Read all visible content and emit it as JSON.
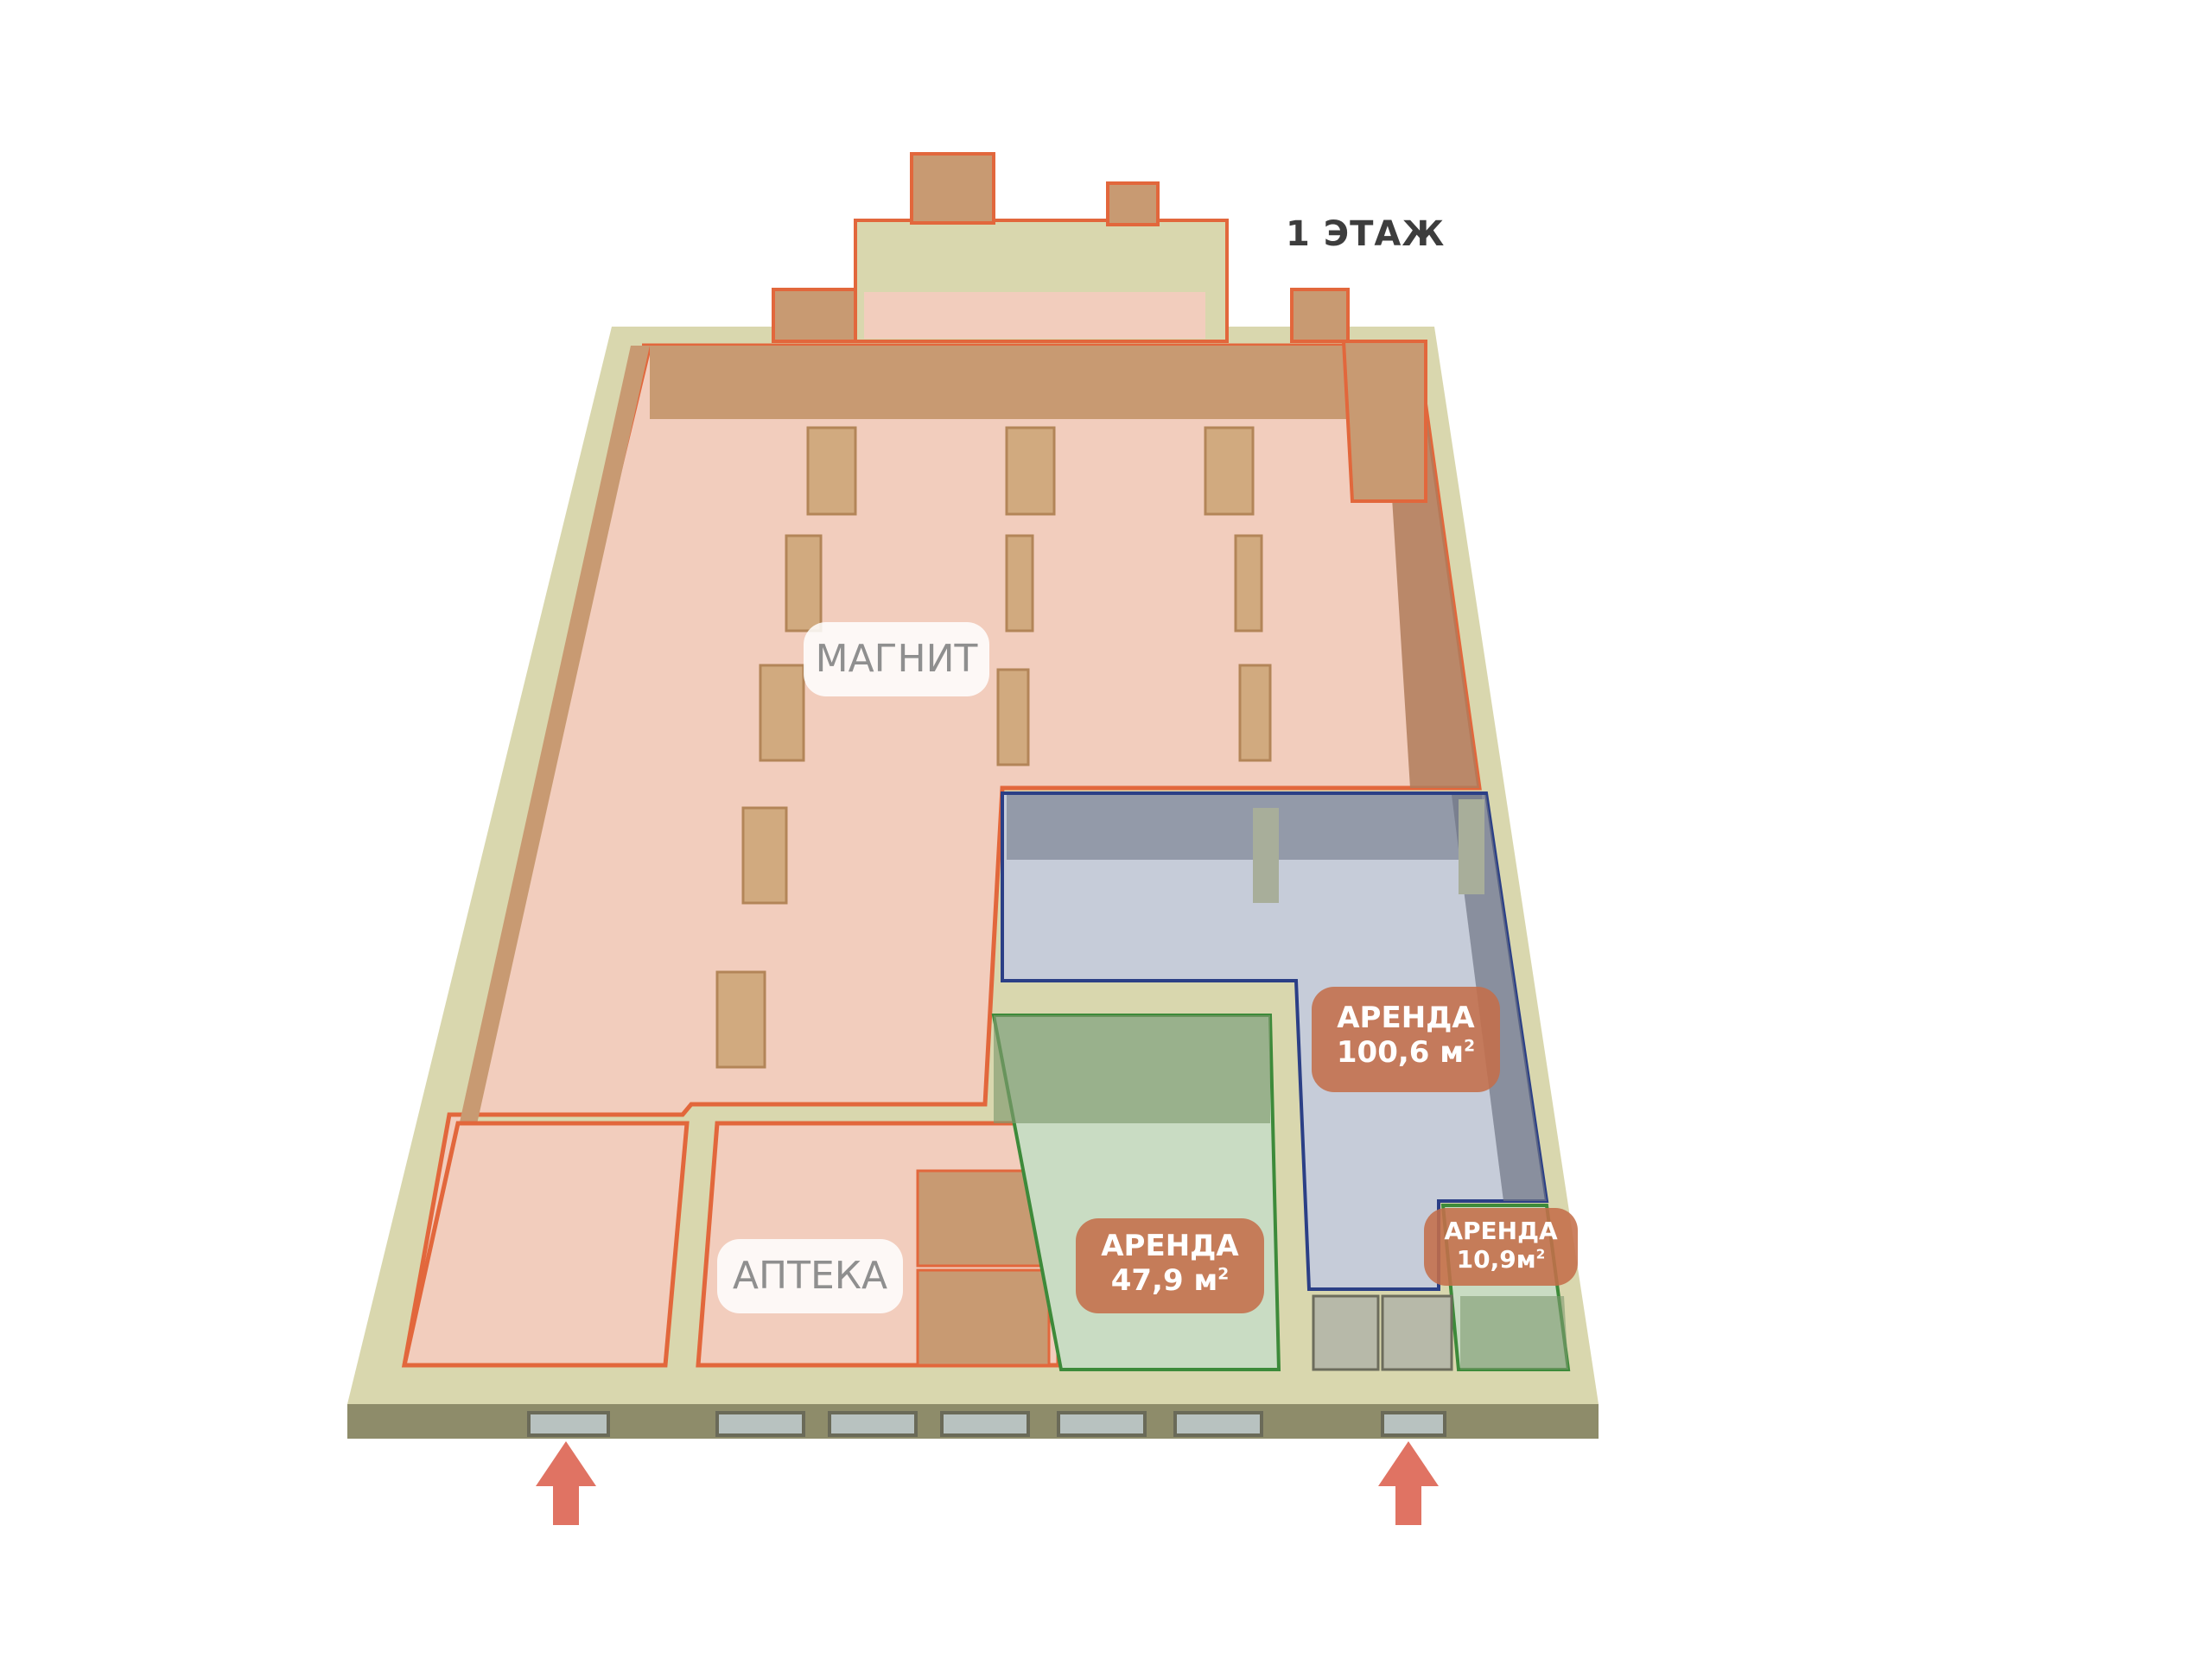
{
  "floor_label": "1 ЭТАЖ",
  "tenants": [
    {
      "id": "magnit",
      "name": "МАГНИТ"
    },
    {
      "id": "apteka",
      "name": "АПТЕКА"
    }
  ],
  "rentals": [
    {
      "id": "rent-large",
      "title": "АРЕНДА",
      "area_value": "100,6 м",
      "area_sup": "2"
    },
    {
      "id": "rent-medium",
      "title": "АРЕНДА",
      "area_value": "47,9 м",
      "area_sup": "2"
    },
    {
      "id": "rent-small",
      "title": "АРЕНДА",
      "area_value": "10,9м",
      "area_sup": "2"
    }
  ],
  "entrances": [
    {
      "id": "entrance-left",
      "icon": "up-arrow-icon"
    },
    {
      "id": "entrance-right",
      "icon": "up-arrow-icon"
    }
  ],
  "colors": {
    "outer_wall": "#d9d7ae",
    "outer_wall_front": "#8e8c6a",
    "magnit_floor": "#f2cdbd",
    "magnit_outline": "#e2673c",
    "interior_wall": "#c89a72",
    "column": "#d1aa7f",
    "rent_large_floor": "#c6ccd9",
    "rent_outline_blue": "#2b3f86",
    "rent_green_floor": "#c9dcc3",
    "rent_outline_green": "#3d8a3a",
    "rent_tag": "#c46e4a",
    "arrow": "#e07363"
  }
}
